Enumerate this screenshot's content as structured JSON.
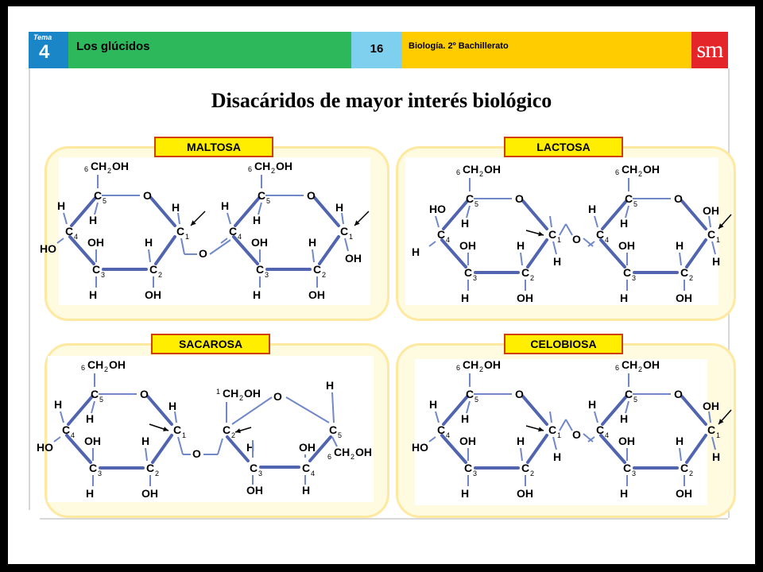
{
  "header": {
    "tema_label": "Tema",
    "tema_number": "4",
    "topic": "Los glúcidos",
    "page_number": "16",
    "course": "Biología. 2º Bachillerato",
    "logo": "sm"
  },
  "title": "Disacáridos de mayor interés biológico",
  "panels": [
    {
      "label": "MALTOSA"
    },
    {
      "label": "LACTOSA"
    },
    {
      "label": "SACAROSA"
    },
    {
      "label": "CELOBIOSA"
    }
  ],
  "chem": {
    "C": "C",
    "H": "H",
    "O": "O",
    "OH": "OH",
    "HO": "HO",
    "CH2OH_main": "CH",
    "CH2OH_sub": "2",
    "CH2OH_tail": "OH",
    "n1": "1",
    "n2": "2",
    "n3": "3",
    "n4": "4",
    "n5": "5",
    "n6": "6"
  }
}
